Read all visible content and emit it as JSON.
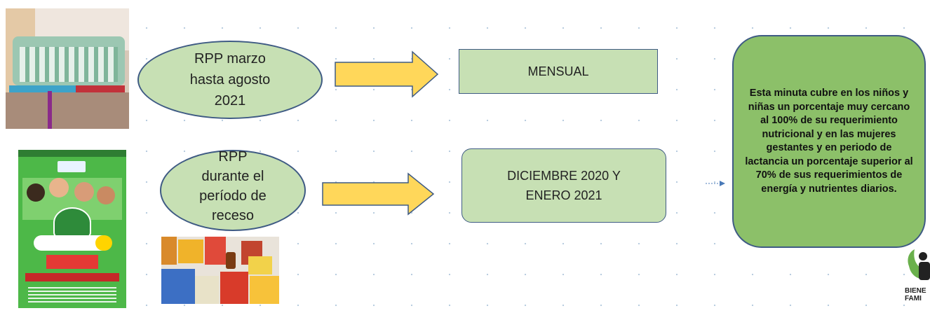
{
  "row1": {
    "ellipse_text": "RPP marzo\nhasta agosto\n2021",
    "box_text": "MENSUAL"
  },
  "row2": {
    "ellipse_text": "RPP\ndurante el\nperíodo de\nreceso",
    "box_text": "DICIEMBRE 2020 Y\nENERO 2021"
  },
  "note_text": "Esta minuta  cubre en los niños y niñas  un porcentaje muy cercano al 100% de su requerimiento nutricional  y en las mujeres gestantes y en periodo de lactancia un porcentaje superior al 70% de sus requerimientos de energía y nutrientes diarios.",
  "logo_text": "BIENE\nFAMI",
  "colors": {
    "shape_fill": "#c7e0b4",
    "note_fill": "#8cc069",
    "outline": "#3f5b84",
    "arrow_fill": "#ffd75a"
  }
}
